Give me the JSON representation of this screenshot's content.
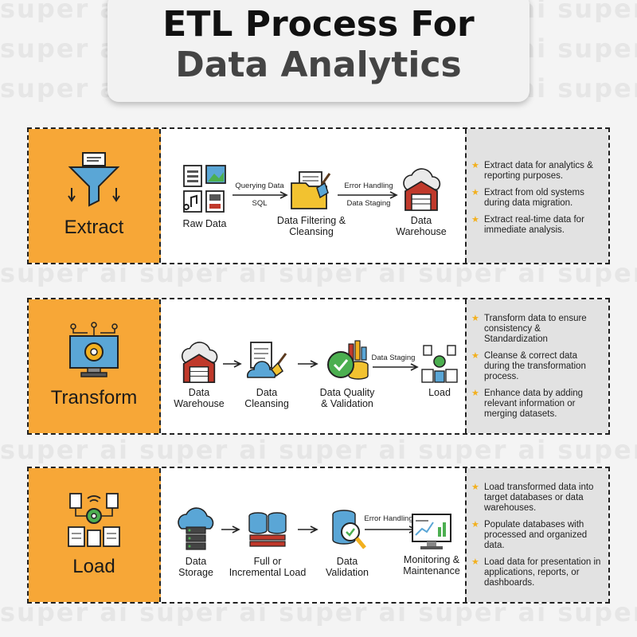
{
  "watermark": "super ai",
  "title": {
    "line1": "ETL Process For",
    "line2": "Data Analytics"
  },
  "sections": [
    {
      "stage": "Extract",
      "flow": [
        {
          "label": "Raw Data"
        },
        {
          "label": "Data Filtering &\nCleansing"
        },
        {
          "label": "Data\nWarehouse"
        }
      ],
      "arrows": [
        {
          "top": "Querying Data",
          "bottom": "SQL"
        },
        {
          "top": "Error Handling",
          "bottom": "Data Staging"
        }
      ],
      "notes": [
        "Extract data for analytics & reporting purposes.",
        "Extract from old systems during data migration.",
        "Extract real-time data for immediate analysis."
      ]
    },
    {
      "stage": "Transform",
      "flow": [
        {
          "label": "Data\nWarehouse"
        },
        {
          "label": "Data\nCleansing"
        },
        {
          "label": "Data Quality\n& Validation"
        },
        {
          "label": "Load"
        }
      ],
      "arrows": [
        {
          "top": "",
          "bottom": ""
        },
        {
          "top": "",
          "bottom": ""
        },
        {
          "top": "Data Staging",
          "bottom": ""
        }
      ],
      "notes": [
        "Transform data to ensure consistency & Standardization",
        "Cleanse & correct data during the transformation process.",
        "Enhance data by adding relevant information or merging datasets."
      ]
    },
    {
      "stage": "Load",
      "flow": [
        {
          "label": "Data\nStorage"
        },
        {
          "label": "Full or\nIncremental Load"
        },
        {
          "label": "Data\nValidation"
        },
        {
          "label": "Monitoring &\nMaintenance"
        }
      ],
      "arrows": [
        {
          "top": "",
          "bottom": ""
        },
        {
          "top": "",
          "bottom": ""
        },
        {
          "top": "Error Handling",
          "bottom": ""
        }
      ],
      "notes": [
        "Load transformed data into target databases or data warehouses.",
        "Populate databases with processed and organized data.",
        "Load data for presentation in applications, reports, or dashboards."
      ]
    }
  ],
  "colors": {
    "accent": "#f7a737",
    "notes_bg": "#e2e2e2",
    "star": "#f2b01e",
    "icon_blue": "#5aa6d6",
    "icon_red": "#c0392b"
  }
}
